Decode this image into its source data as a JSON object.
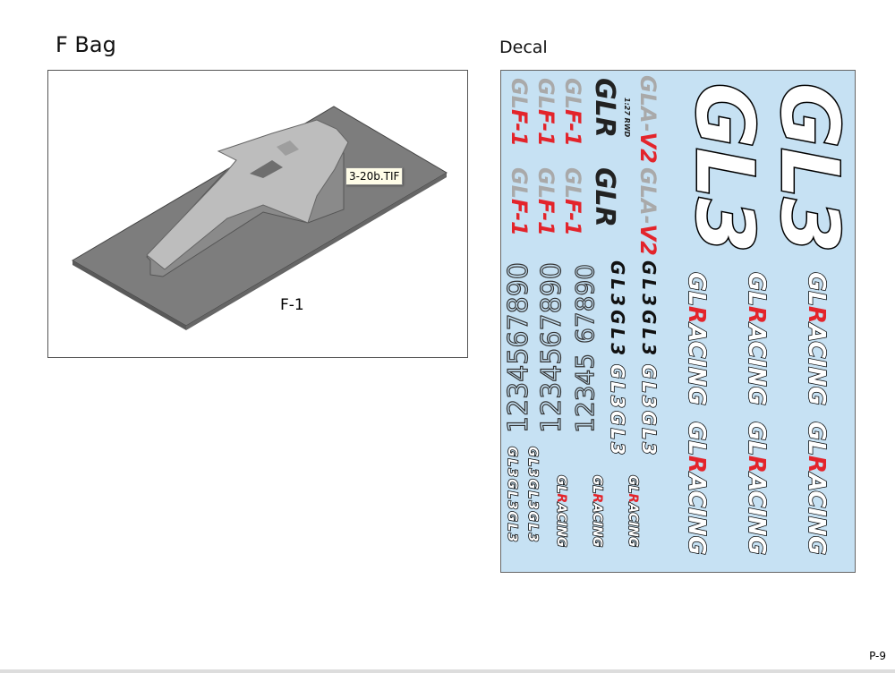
{
  "left_section": {
    "title": "F Bag",
    "part_label": "F-1",
    "tooltip": "3-20b.TIF"
  },
  "right_section": {
    "title": "Decal"
  },
  "decal_sheet": {
    "background_color": "#c6e1f3",
    "accent_red": "#e3242b",
    "glf": {
      "grey": "GL",
      "red": "F-1"
    },
    "glr": "GLR",
    "glr_sub": "1:27 RWD",
    "gla": {
      "grey": "GLA-",
      "red": "V2"
    },
    "gl3": "GL3",
    "racing": {
      "a": "GL",
      "r": "R",
      "b": "ACING"
    },
    "numbers_a": "1234567890",
    "numbers_b": "12345",
    "numbers_c": "67890"
  },
  "footer": {
    "page_number": "P-9"
  }
}
